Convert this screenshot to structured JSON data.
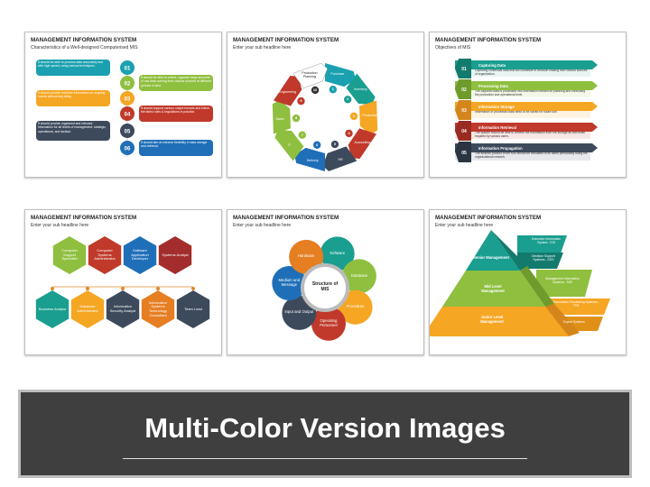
{
  "slides": [
    {
      "title": "MANAGEMENT INFORMATION SYSTEM",
      "subtitle": "Characteristics of a Well-designed Computerised MIS",
      "items": [
        {
          "num": "01",
          "text": "It should be able to process data accurately and with high speed, using various techniques.",
          "color": "#1aa0b0"
        },
        {
          "num": "02",
          "text": "It should be able to collect, organize large amounts of raw data coming from various sources at different periods of time.",
          "color": "#8fbf3f"
        },
        {
          "num": "03",
          "text": "It should provide real time information on ongoing events without any delay.",
          "color": "#f5a623"
        },
        {
          "num": "04",
          "text": "It should support various output formats and follow the latest rules & regulations in practice.",
          "color": "#c0392b"
        },
        {
          "num": "05",
          "text": "It should provide organized and relevant information for all levels of management: strategic, operational, and tactical.",
          "color": "#3d4a5c"
        },
        {
          "num": "06",
          "text": "It should aim at extreme flexibility in data storage and retrieval.",
          "color": "#1f6fb8"
        }
      ]
    },
    {
      "title": "MANAGEMENT INFORMATION SYSTEM",
      "subtitle": "Enter your sub headline here",
      "items": [
        {
          "num": "1",
          "label": "Purchase"
        },
        {
          "num": "2",
          "label": "Inventory"
        },
        {
          "num": "3",
          "label": "Production"
        },
        {
          "num": "4",
          "label": "Accounting"
        },
        {
          "num": "5",
          "label": "HR"
        },
        {
          "num": "6",
          "label": "Delivery"
        },
        {
          "num": "7",
          "label": "IT"
        },
        {
          "num": "8",
          "label": "Sales"
        },
        {
          "num": "9",
          "label": "Engineering"
        },
        {
          "num": "10",
          "label": "Production Planning"
        }
      ]
    },
    {
      "title": "MANAGEMENT INFORMATION SYSTEM",
      "subtitle": "Objectives of MIS",
      "items": [
        {
          "num": "01",
          "head": "Capturing Data",
          "text": "Capturing contextual data that will contribute in decision making from various sources of organization.",
          "color": "#1a9e8f"
        },
        {
          "num": "02",
          "head": "Processing Data",
          "text": "The captured data is processed into information needed for planning and controlling the production and operational level.",
          "color": "#8fbf3f"
        },
        {
          "num": "03",
          "head": "Information Storage",
          "text": "Information or processed data need to be stored for future use.",
          "color": "#f5a623"
        },
        {
          "num": "04",
          "head": "Information Retrieval",
          "text": "The system should be able to retrieve the information from the storage as and when required by various users.",
          "color": "#c0392b"
        },
        {
          "num": "05",
          "head": "Information Propagation",
          "text": "The finished product of the MIS should be circulated to its users periodically using the organizational network.",
          "color": "#3d4a5c"
        }
      ]
    },
    {
      "title": "MANAGEMENT INFORMATION SYSTEM",
      "subtitle": "Enter your sub headline here",
      "items": [
        {
          "label": "Computer Support Specialist",
          "color": "#8fbf3f"
        },
        {
          "label": "Computer Systems Administrator",
          "color": "#c0392b"
        },
        {
          "label": "Software Application Developer",
          "color": "#1f6fb8"
        },
        {
          "label": "Systems Analyst",
          "color": "#a32d2d"
        },
        {
          "label": "Business Analyst",
          "color": "#1a9e8f"
        },
        {
          "label": "Database Administrator",
          "color": "#f5a623"
        },
        {
          "label": "Information Security Analyst",
          "color": "#3d4a5c"
        },
        {
          "label": "Information Systems Technology Consultant",
          "color": "#e67e22"
        },
        {
          "label": "Team Lead",
          "color": "#3d4a5c"
        }
      ]
    },
    {
      "title": "MANAGEMENT INFORMATION SYSTEM",
      "subtitle": "Enter your sub headline here",
      "center": "Structure of MIS",
      "items": [
        {
          "label": "Software",
          "color": "#1a9e8f"
        },
        {
          "label": "Database",
          "color": "#8fbf3f"
        },
        {
          "label": "Procedure",
          "color": "#f5a623"
        },
        {
          "label": "Operating Personnel",
          "color": "#c0392b"
        },
        {
          "label": "Input and Output",
          "color": "#3d4a5c"
        },
        {
          "label": "Medium and Message",
          "color": "#1f6fb8"
        },
        {
          "label": "Hardware",
          "color": "#e67e22"
        }
      ]
    },
    {
      "title": "MANAGEMENT INFORMATION SYSTEM",
      "subtitle": "Enter your sub headline here",
      "levels": [
        {
          "label": "Senior Management",
          "color": "#1a9e8f"
        },
        {
          "label": "Mid Level Management",
          "color": "#8fbf3f"
        },
        {
          "label": "Junior Level Management",
          "color": "#f5a623"
        }
      ],
      "systems": [
        {
          "label": "Executive Information System - EIS"
        },
        {
          "label": "Decision Support Systems - DSS"
        },
        {
          "label": "Management Information Systems - MIS"
        },
        {
          "label": "Transaction Processing Systems - TPS"
        },
        {
          "label": "Expert Systems"
        }
      ]
    }
  ],
  "banner": {
    "text": "Multi-Color Version Images"
  }
}
